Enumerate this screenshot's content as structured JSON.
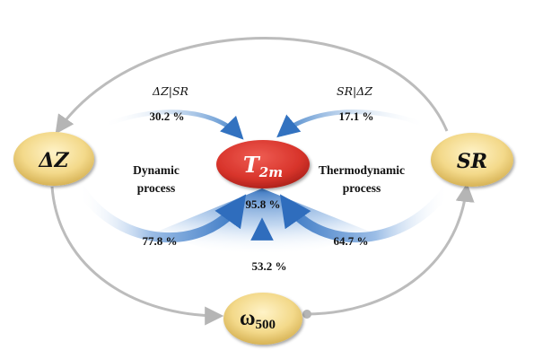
{
  "nodes": {
    "center": {
      "main": "T",
      "sub": "2m"
    },
    "left": {
      "label": "ΔZ"
    },
    "right": {
      "label": "SR"
    },
    "bottom": {
      "main": "ω",
      "sub": "500"
    }
  },
  "processes": {
    "dynamic": {
      "line1": "Dynamic",
      "line2": "process"
    },
    "thermo": {
      "line1": "Thermodynamic",
      "line2": "process"
    }
  },
  "conditions": {
    "left": "ΔZ|SR",
    "right": "SR|ΔZ"
  },
  "percentages": {
    "left_top": "30.2 %",
    "right_top": "17.1 %",
    "center": "95.8 %",
    "left_bottom": "77.8 %",
    "right_bottom": "64.7 %",
    "bottom": "53.2 %"
  },
  "colors": {
    "center_fill": "#d8342b",
    "node_fill": "#f3d98a",
    "arrow_blue": "#3e7fc8",
    "loop_gray": "#bcbcbc"
  }
}
